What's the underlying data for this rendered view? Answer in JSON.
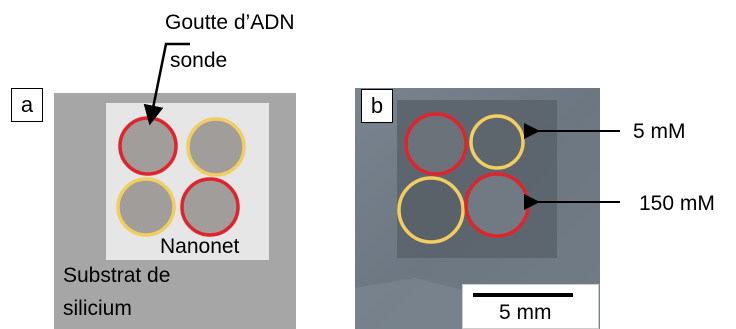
{
  "panel_a": {
    "label": "a",
    "annotation_line1": "Goutte d’ADN",
    "annotation_line2": "sonde",
    "nanonet_label": "Nanonet",
    "substrate_line1": "Substrat de",
    "substrate_line2": "silicium"
  },
  "panel_b": {
    "label": "b",
    "concentration_low": "5 mM",
    "concentration_high": "150 mM",
    "scale_bar_label": "5 mm"
  },
  "colors": {
    "substrate": "#a6a6a6",
    "nanonet": "#e6e6e6",
    "drop_fill": "#a09d9a",
    "ring_red": "#e0242b",
    "ring_yellow": "#f2cd5f",
    "photo_bg": "#6f7b86",
    "photo_square": "#5b636b"
  }
}
